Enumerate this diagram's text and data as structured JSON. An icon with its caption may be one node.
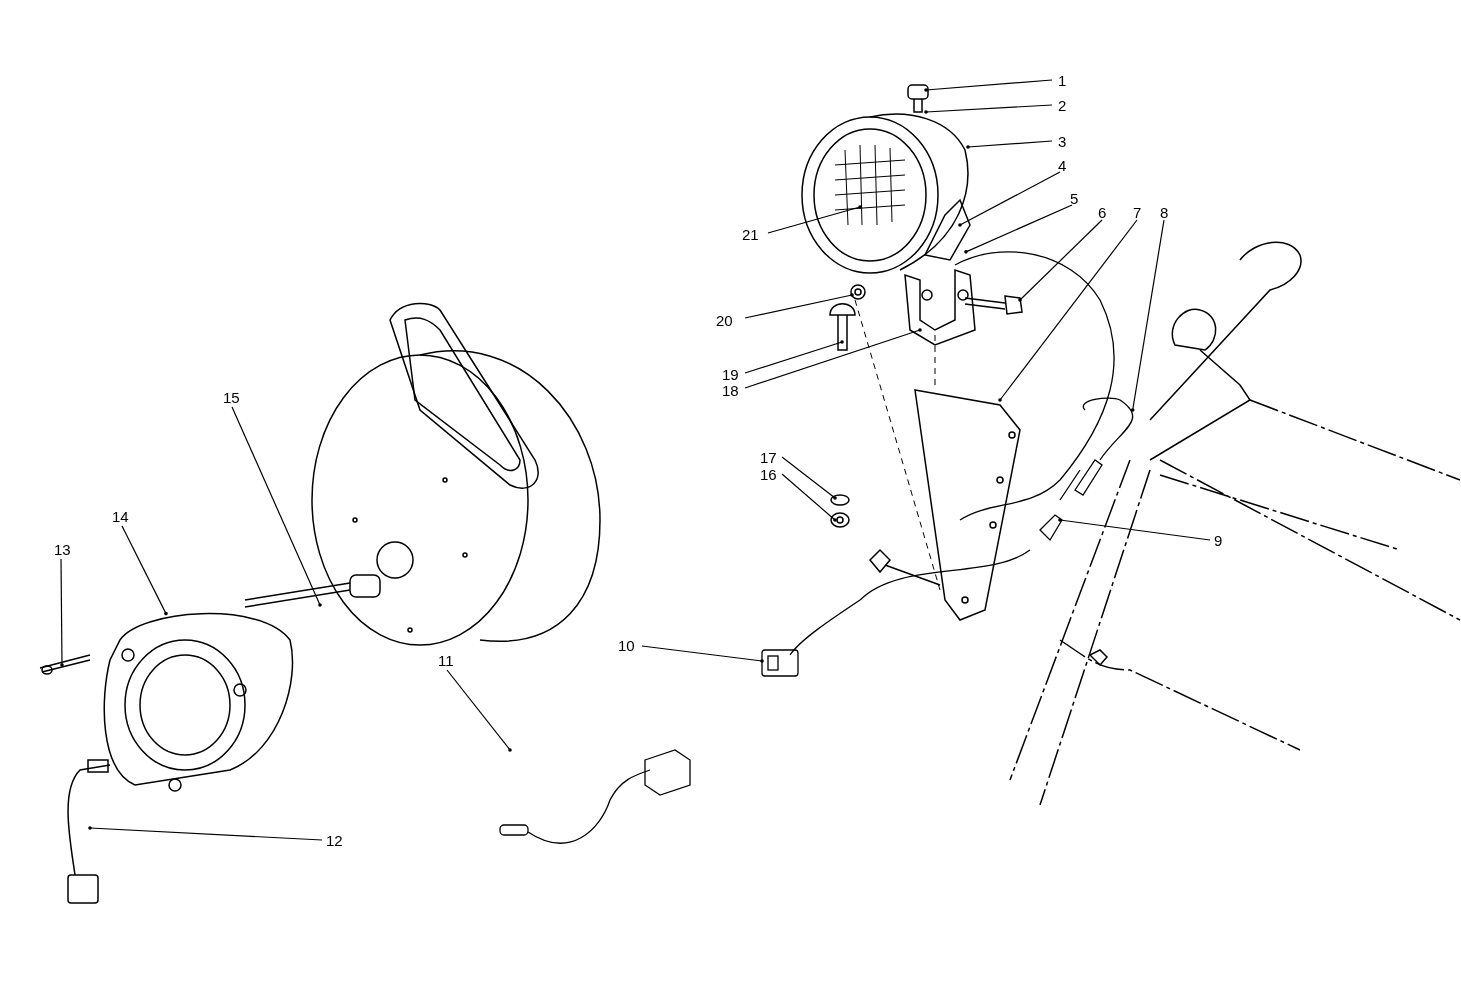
{
  "diagram": {
    "nodes": [
      {
        "text": [
          "1"
        ]
      },
      {
        "text": [
          "2"
        ]
      },
      {
        "text": [
          "3"
        ]
      },
      {
        "text": [
          "4"
        ]
      },
      {
        "text": [
          "5"
        ]
      },
      {
        "text": [
          "6"
        ]
      },
      {
        "text": [
          "7"
        ]
      },
      {
        "text": [
          "8"
        ]
      },
      {
        "text": [
          "9"
        ]
      },
      {
        "text": [
          "10"
        ]
      },
      {
        "text": [
          "11"
        ]
      },
      {
        "text": [
          "12"
        ]
      },
      {
        "text": [
          "13"
        ]
      },
      {
        "text": [
          "14"
        ]
      },
      {
        "text": [
          "15"
        ]
      },
      {
        "text": [
          "16"
        ]
      },
      {
        "text": [
          "17"
        ]
      },
      {
        "text": [
          "18"
        ]
      },
      {
        "text": [
          "19"
        ]
      },
      {
        "text": [
          "20"
        ]
      },
      {
        "text": [
          "21"
        ]
      },
      {
        "text": [],
        "shape": "picture"
      },
      {
        "text": [],
        "shape": "picture"
      },
      {
        "text": [],
        "shape": "picture"
      },
      {
        "text": [],
        "shape": "picture"
      },
      {
        "text": [],
        "shape": "picture"
      },
      {
        "text": [],
        "shape": "picture"
      },
      {
        "text": [],
        "shape": "picture"
      }
    ],
    "edges": [
      {
        "from": 0,
        "to": 21,
        "arrow": "other"
      },
      {
        "from": 1,
        "to": 21,
        "arrow": "other"
      },
      {
        "from": 2,
        "to": 21,
        "arrow": "other"
      },
      {
        "from": 3,
        "to": 21,
        "arrow": "other"
      },
      {
        "from": 4,
        "to": 23,
        "arrow": "other"
      },
      {
        "from": 5,
        "to": 22,
        "arrow": "other"
      },
      {
        "from": 6,
        "to": 22,
        "arrow": "other"
      },
      {
        "from": 7,
        "to": 23,
        "arrow": "other"
      },
      {
        "from": 8,
        "to": 23,
        "arrow": "other"
      },
      {
        "from": 9,
        "to": 27,
        "arrow": "other"
      },
      {
        "from": 10,
        "to": 26,
        "arrow": "other"
      },
      {
        "from": 11,
        "to": 25,
        "arrow": "other"
      },
      {
        "from": 12,
        "to": 25,
        "arrow": "other"
      },
      {
        "from": 13,
        "to": 25,
        "arrow": "other"
      },
      {
        "from": 14,
        "to": 24,
        "arrow": "other"
      },
      {
        "from": 15,
        "to": 22,
        "arrow": "other"
      },
      {
        "from": 16,
        "to": 22,
        "arrow": "other"
      },
      {
        "from": 17,
        "to": 22,
        "arrow": "other"
      },
      {
        "from": 18,
        "to": 22,
        "arrow": "other"
      },
      {
        "from": 19,
        "to": 22,
        "arrow": "other"
      },
      {
        "from": 20,
        "to": 21,
        "arrow": "other"
      }
    ]
  }
}
